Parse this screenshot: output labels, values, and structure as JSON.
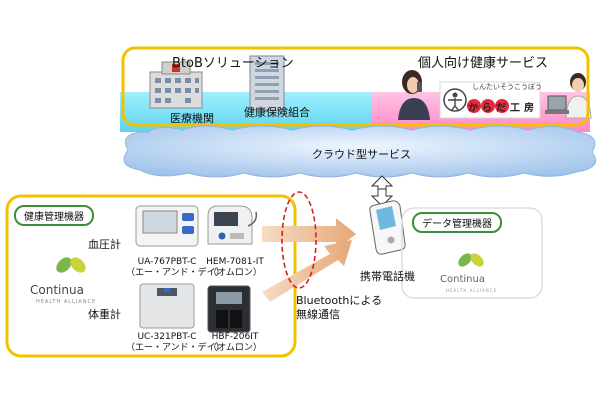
{
  "top": {
    "btob_label": "BtoBソリューション",
    "btob_sub1": "医療機関",
    "btob_sub2": "健康保険組合",
    "personal_label": "個人向け健康サービス",
    "service_logo_top": "しんたいそうこうぼう",
    "service_logo_main": "からだ工房"
  },
  "cloud": {
    "label": "クラウド型サービス"
  },
  "devices": {
    "section_label": "健康管理機器",
    "bp_label": "血圧計",
    "scale_label": "体重計",
    "items": [
      {
        "model": "UA-767PBT-C",
        "maker": "（エー・アンド・デイ）"
      },
      {
        "model": "HEM-7081-IT",
        "maker": "（オムロン）"
      },
      {
        "model": "UC-321PBT-C",
        "maker": "（エー・アンド・デイ）"
      },
      {
        "model": "HBF-206IT",
        "maker": "（オムロン）"
      }
    ]
  },
  "phone": {
    "label": "携帯電話機"
  },
  "wireless": {
    "line1": "Bluetoothによる",
    "line2": "無線通信"
  },
  "data_mgmt": {
    "label": "データ管理機器"
  },
  "continua_left": {
    "name": "Continua",
    "sub": "HEALTH ALLIANCE"
  },
  "continua_right": {
    "name": "Continua",
    "sub": "HEALTH ALLIANCE"
  },
  "colors": {
    "yellow_frame": "#f2c200",
    "cyan_band": "#7fe0f4",
    "pink_band": "#ff9fd0",
    "cloud_fill": "#a9cbee",
    "green": "#3b8f3b",
    "arrow": "#e8b487",
    "dash_red": "#d62020"
  }
}
